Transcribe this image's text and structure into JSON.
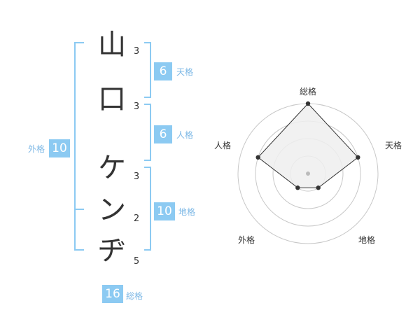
{
  "name": {
    "chars": [
      {
        "char": "山",
        "strokes": "3"
      },
      {
        "char": "口",
        "strokes": "3"
      },
      {
        "char": "ケ",
        "strokes": "3"
      },
      {
        "char": "ン",
        "strokes": "2"
      },
      {
        "char": "ヂ",
        "strokes": "5"
      }
    ]
  },
  "fortune": {
    "tenkaku": {
      "label": "天格",
      "value": "6"
    },
    "jinkaku": {
      "label": "人格",
      "value": "6"
    },
    "chikaku": {
      "label": "地格",
      "value": "10"
    },
    "gaikaku": {
      "label": "外格",
      "value": "10"
    },
    "soukaku": {
      "label": "総格",
      "value": "16"
    }
  },
  "radar": {
    "axes": [
      "総格",
      "天格",
      "地格",
      "外格",
      "人格"
    ],
    "levels": 4,
    "scores": [
      4,
      3,
      1,
      1,
      3
    ],
    "max": 4,
    "colors": {
      "ring": "#c8c8c8",
      "fill": "#efefef",
      "line": "#333333",
      "center": "#bbbbbb"
    }
  }
}
